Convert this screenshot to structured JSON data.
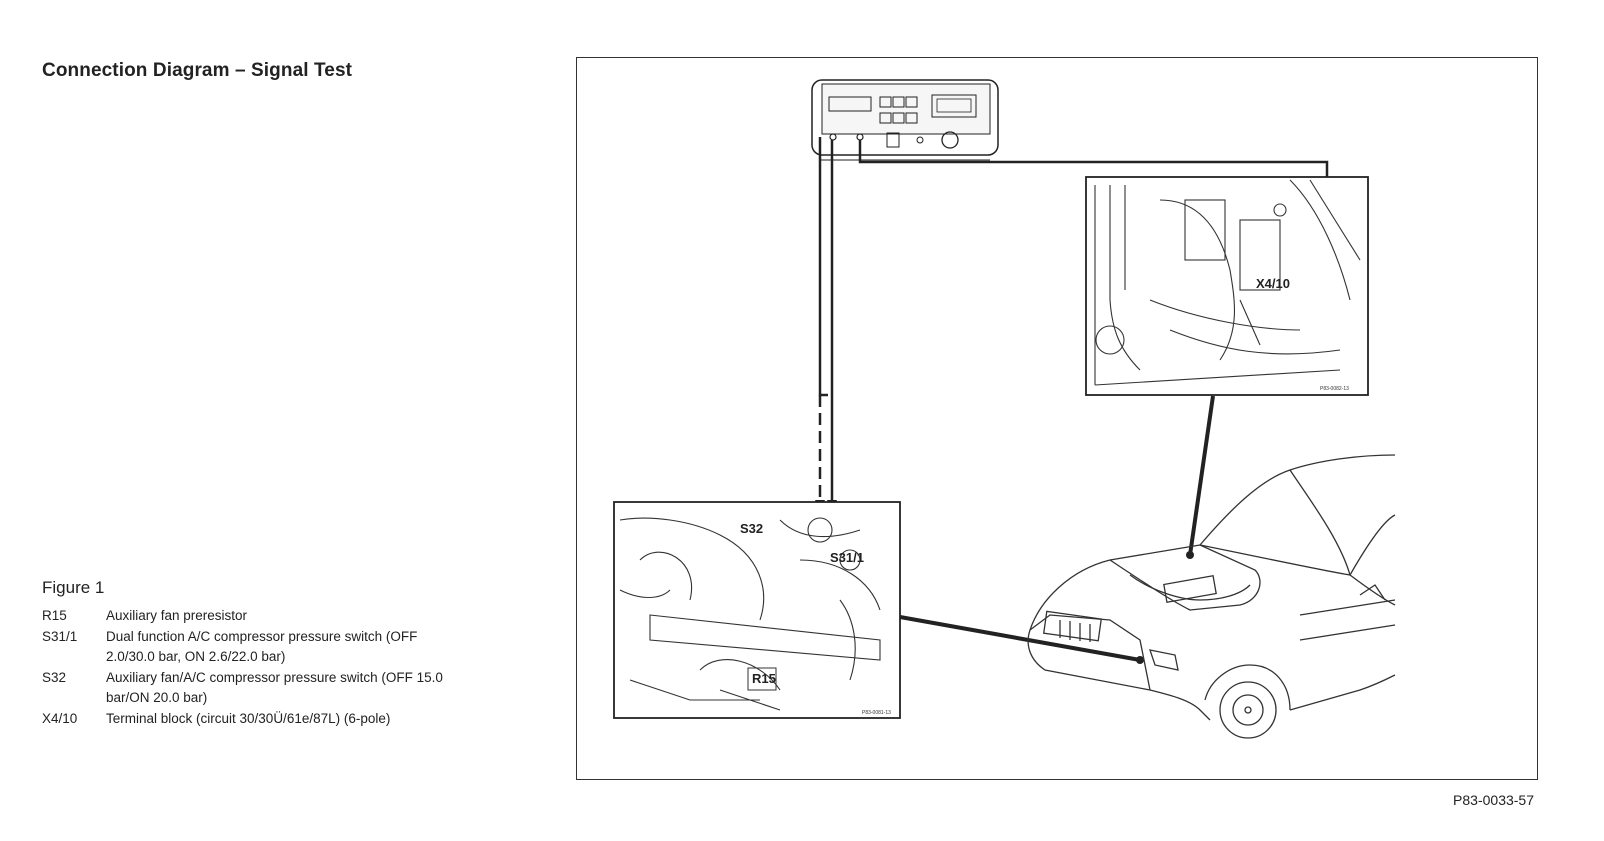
{
  "title": "Connection Diagram – Signal Test",
  "figure": {
    "label": "Figure 1",
    "legend": [
      {
        "code": "R15",
        "text": "Auxiliary fan preresistor"
      },
      {
        "code": "S31/1",
        "text": "Dual function A/C compressor pressure switch (OFF 2.0/30.0 bar, ON 2.6/22.0 bar)"
      },
      {
        "code": "S32",
        "text": "Auxiliary fan/A/C compressor pressure switch (OFF 15.0 bar/ON 20.0 bar)"
      },
      {
        "code": "X4/10",
        "text": "Terminal block (circuit 30/30Ü/61e/87L) (6-pole)"
      }
    ]
  },
  "diagram": {
    "callouts": {
      "s32": "S32",
      "s31_1": "S31/1",
      "r15": "R15",
      "x4_10": "X4/10"
    },
    "inset_refs": {
      "lower": "P83-0081-13",
      "upper": "P83-0082-13"
    },
    "figure_ref": "P83-0033-57"
  }
}
